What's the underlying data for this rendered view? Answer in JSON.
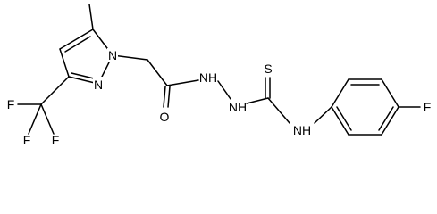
{
  "molecule": {
    "atoms": {
      "N1": "N",
      "N2": "N",
      "O": "O",
      "NH1": "NH",
      "NH2": "NH",
      "S": "S",
      "NH3": "NH",
      "F_para": "F",
      "F_cf3_a": "F",
      "F_cf3_b": "F",
      "F_cf3_c": "F"
    }
  }
}
